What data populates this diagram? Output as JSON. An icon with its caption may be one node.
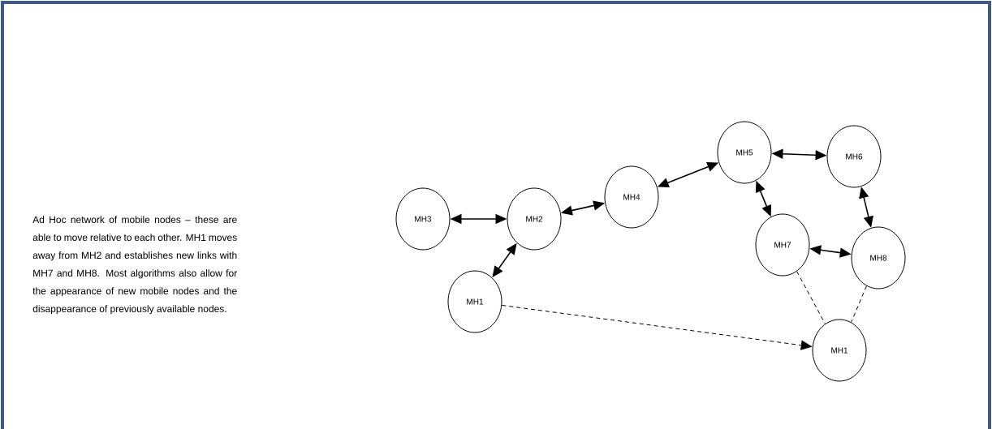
{
  "diagram": {
    "nodes": [
      {
        "text": [
          "MH3"
        ]
      },
      {
        "text": [
          "MH2"
        ]
      },
      {
        "text": [
          "MH4"
        ]
      },
      {
        "text": [
          "MH5"
        ]
      },
      {
        "text": [
          "MH6"
        ]
      },
      {
        "text": [
          "MH7"
        ]
      },
      {
        "text": [
          "MH8"
        ]
      },
      {
        "text": [
          "MH1"
        ]
      },
      {
        "text": [
          "MH1"
        ]
      }
    ],
    "edges": [
      {
        "from": 0,
        "to": 1,
        "arrow": "both"
      },
      {
        "from": 1,
        "to": 2,
        "arrow": "both"
      },
      {
        "from": 2,
        "to": 3,
        "arrow": "both"
      },
      {
        "from": 3,
        "to": 4,
        "arrow": "both"
      },
      {
        "from": 3,
        "to": 5,
        "arrow": "both"
      },
      {
        "from": 4,
        "to": 6,
        "arrow": "both"
      },
      {
        "from": 5,
        "to": 6,
        "arrow": "both"
      },
      {
        "from": 7,
        "to": 1,
        "arrow": "both"
      },
      {
        "from": 7,
        "to": 8,
        "arrow": "to",
        "style": "dashed"
      },
      {
        "from": 5,
        "to": 8,
        "arrow": "none",
        "style": "dashed"
      },
      {
        "from": 6,
        "to": 8,
        "arrow": "none",
        "style": "dashed"
      }
    ],
    "labels": [
      "Ad Hoc network of mobile nodes – these are able to move relative to each other. MH1 moves away from MH2 and establishes new links with MH7 and MH8. Most algorithms also allow for the appearance of new mobile nodes and the disappearance of previously available nodes."
    ]
  }
}
